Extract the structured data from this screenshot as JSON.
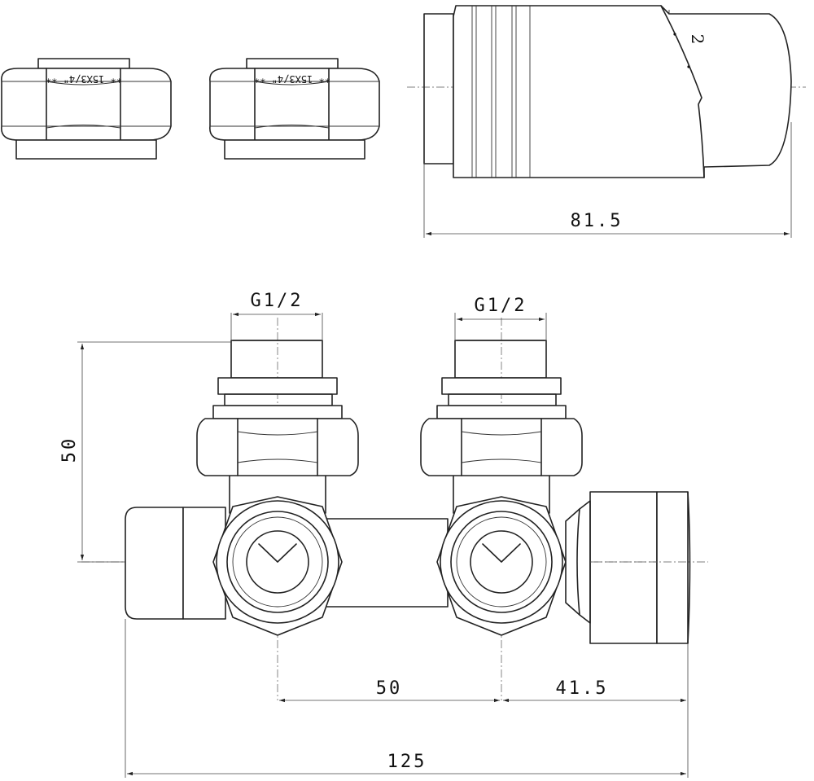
{
  "nut_marking": "** 15X3/4\" **",
  "thermostat_scale": "2",
  "dimensions": {
    "thermostat_length": "81.5",
    "thread_left": "G1/2",
    "thread_right": "G1/2",
    "height": "50",
    "center_distance": "50",
    "right_offset": "41.5",
    "overall_width": "125"
  }
}
